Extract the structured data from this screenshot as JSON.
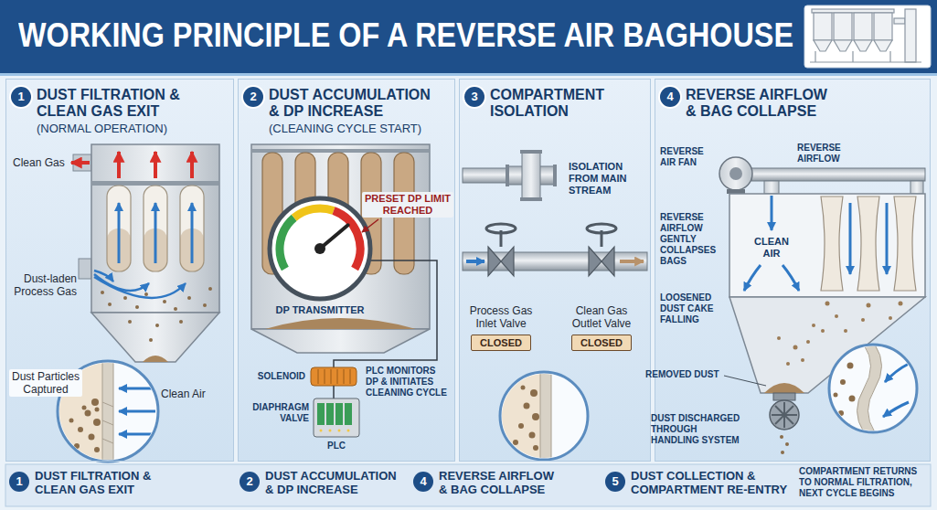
{
  "diagram": {
    "title": "WORKING PRINCIPLE OF A REVERSE AIR BAGHOUSE",
    "nodes": [
      {
        "text": [
          "DUST FILTRATION & CLEAN GAS EXIT",
          "(NORMAL OPERATION)"
        ]
      },
      {
        "text": [
          "1"
        ],
        "in": 0
      },
      {
        "text": [
          "DUST ACCUMULATION & DP INCREASE",
          "(CLEANING CYCLE START)"
        ]
      },
      {
        "text": [
          "2"
        ],
        "in": 2
      },
      {
        "text": [
          "COMPARTMENT ISOLATION"
        ]
      },
      {
        "text": [
          "3"
        ],
        "in": 4
      },
      {
        "text": [
          "CLOSED"
        ],
        "in": 4
      },
      {
        "text": [
          "CLOSED"
        ],
        "in": 4
      },
      {
        "text": [
          "REVERSE AIRFLOW & BAG COLLAPSE"
        ]
      },
      {
        "text": [
          "4"
        ],
        "in": 8
      },
      {
        "text": [
          "1",
          "DUST FILTRATION & CLEAN GAS EXIT"
        ]
      },
      {
        "text": [
          "2",
          "DUST ACCUMULATION & DP INCREASE"
        ]
      },
      {
        "text": [
          "4",
          "REVERSE AIRFLOW & BAG COLLAPSE"
        ]
      },
      {
        "text": [
          "5",
          "DUST COLLECTION & COMPARTMENT RE-ENTRY"
        ]
      }
    ],
    "labels": [
      "Clean Gas",
      "Dust-laden Process Gas",
      "Dust Particles Captured",
      "Clean Air",
      "PRESET DP LIMIT REACHED",
      "DP TRANSMITTER",
      "SOLENOID",
      "PLC MONITORS DP & INITIATES CLEANING CYCLE",
      "DIAPHRAGM VALVE",
      "PLC",
      "ISOLATION FROM MAIN STREAM",
      "Process Gas Inlet Valve",
      "Clean Gas Outlet Valve",
      "REVERSE AIR FAN",
      "REVERSE AIRFLOW",
      "REVERSE AIRFLOW GENTLY COLLAPSES BAGS",
      "CLEAN AIR",
      "LOOSENED DUST CAKE FALLING",
      "REMOVED DUST",
      "DUST DISCHARGED THROUGH HANDLING SYSTEM",
      "COMPARTMENT RETURNS TO NORMAL FILTRATION, NEXT CYCLE BEGINS"
    ]
  }
}
